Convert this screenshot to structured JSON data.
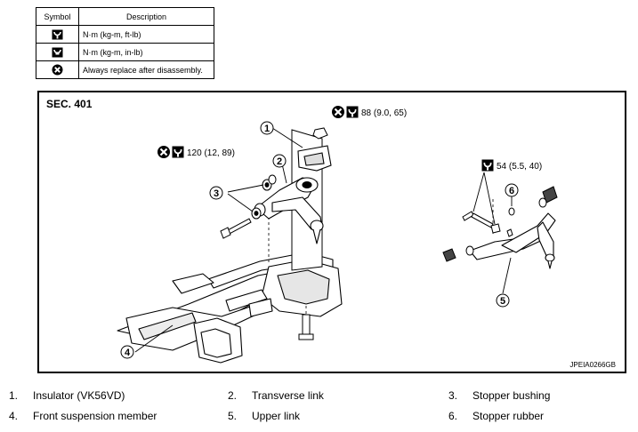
{
  "legend": {
    "header_symbol": "Symbol",
    "header_description": "Description",
    "rows": [
      {
        "icon": "torque-wrench-icon",
        "description": "N·m (kg-m, ft-lb)"
      },
      {
        "icon": "torque-wrench-small-icon",
        "description": "N·m (kg-m, in-lb)"
      },
      {
        "icon": "replace-x-icon",
        "description": "Always replace after disassembly."
      }
    ]
  },
  "diagram": {
    "section": "SEC. 401",
    "code": "JPEIA0266GB",
    "torques": {
      "top": "88 (9.0, 65)",
      "left": "120 (12, 89)",
      "right": "54 (5.5, 40)"
    },
    "callouts": [
      "1",
      "2",
      "3",
      "4",
      "5",
      "6"
    ]
  },
  "parts": [
    {
      "num": "1.",
      "name": "Insulator (VK56VD)"
    },
    {
      "num": "2.",
      "name": "Transverse link"
    },
    {
      "num": "3.",
      "name": "Stopper bushing"
    },
    {
      "num": "4.",
      "name": "Front suspension member"
    },
    {
      "num": "5.",
      "name": "Upper link"
    },
    {
      "num": "6.",
      "name": "Stopper rubber"
    }
  ]
}
